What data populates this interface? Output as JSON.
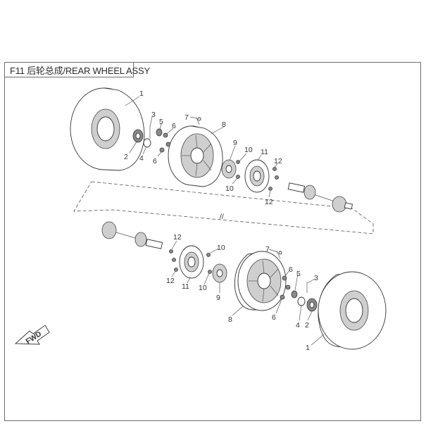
{
  "title": "F11 后轮总成/REAR WHEEL ASSY",
  "callouts": [
    "1",
    "2",
    "3",
    "4",
    "5",
    "6",
    "7",
    "8",
    "9",
    "10",
    "11",
    "12"
  ],
  "fwd_label": "FWD",
  "break_mark": "//"
}
